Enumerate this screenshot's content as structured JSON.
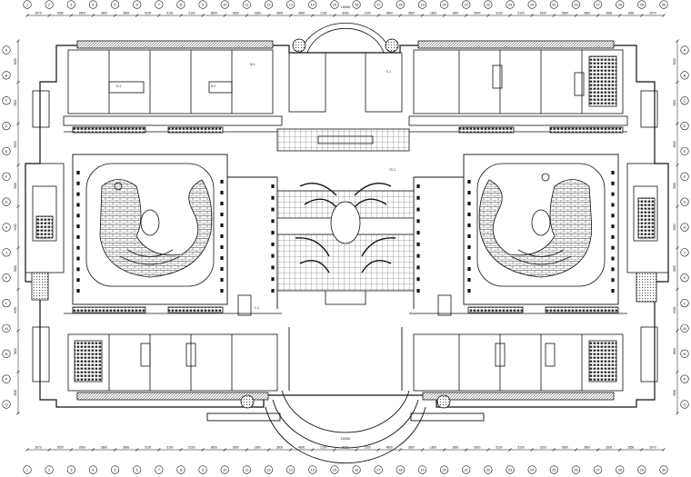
{
  "drawing": {
    "type": "architectural floor plan",
    "top_dims": [
      "2070",
      "1650",
      "2600",
      "3600",
      "3600",
      "5100",
      "5100",
      "5100",
      "3600",
      "1800",
      "1800",
      "3600",
      "4800",
      "2100",
      "8400",
      "2100",
      "4800",
      "3600",
      "1800",
      "1800",
      "3600",
      "5100",
      "5100",
      "5100",
      "3600",
      "3600",
      "2600",
      "1650",
      "2070"
    ],
    "bottom_dims": [
      "2070",
      "1650",
      "2600",
      "3600",
      "3600",
      "5100",
      "5100",
      "5100",
      "3600",
      "1800",
      "1800",
      "3600",
      "4800",
      "2100",
      "8400",
      "2100",
      "4800",
      "3600",
      "1800",
      "1800",
      "3600",
      "5100",
      "5100",
      "5100",
      "3600",
      "3600",
      "2600",
      "1650",
      "2070"
    ],
    "top_overall": "130500",
    "bottom_overall": "130500",
    "left_dims": [
      "3000",
      "3000",
      "6900",
      "3000",
      "9000",
      "3000",
      "6900",
      "3000",
      "3000"
    ],
    "right_dims": [
      "3000",
      "3000",
      "6900",
      "3000",
      "9000",
      "3000",
      "6900",
      "3000",
      "3000"
    ],
    "grid_labels_h": [
      "1",
      "2",
      "3",
      "4",
      "5",
      "6",
      "7",
      "8",
      "9",
      "10",
      "11",
      "12",
      "13",
      "14",
      "15",
      "16",
      "17",
      "18",
      "19",
      "20",
      "21",
      "22",
      "23",
      "24",
      "25",
      "26",
      "27",
      "28",
      "29",
      "30"
    ],
    "grid_labels_v": [
      "A",
      "B",
      "C",
      "D",
      "E",
      "F",
      "G",
      "H",
      "J",
      "K",
      "L",
      "M",
      "N",
      "P",
      "Q"
    ],
    "room_labels": [
      "D-1",
      "D-2",
      "M-1",
      "C-1",
      "C-2",
      "TC-1"
    ]
  },
  "colors": {
    "line": "#111111",
    "background": "#ffffff"
  }
}
